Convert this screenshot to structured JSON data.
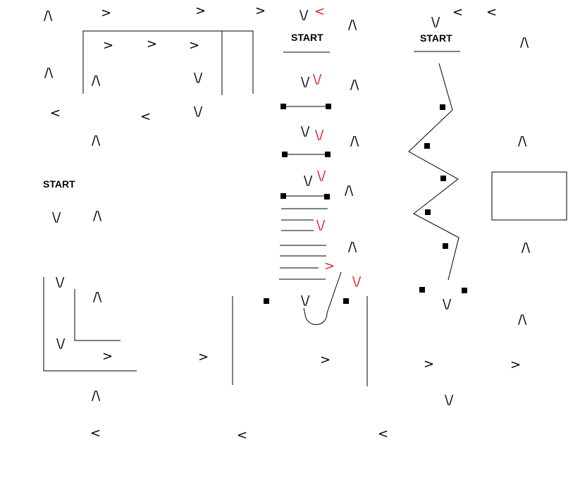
{
  "labels": {
    "start_left": "START",
    "start_middle": "START",
    "start_right": "START"
  },
  "colors": {
    "ink": "#000000",
    "highlight": "#e02020",
    "background": "#ffffff"
  },
  "arrow_glyphs": {
    "up": "/\\",
    "down": "\\/",
    "left": "<",
    "right": ">"
  }
}
